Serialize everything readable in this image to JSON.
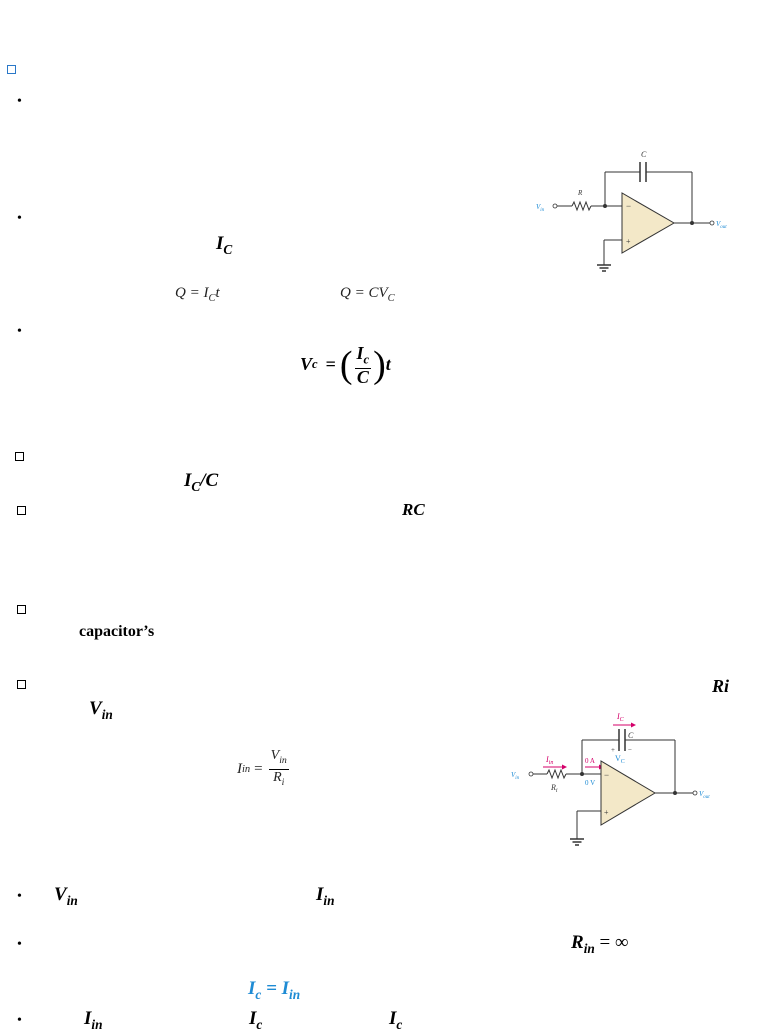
{
  "text": {
    "ic": "I",
    "ic_sub": "C",
    "eq_q1_q": "Q",
    "eq_q1_i": "I",
    "eq_q1_c": "C",
    "eq_q1_t": "t",
    "eq_q2": "Q = CV",
    "eq_q2_sub": "C",
    "vc_v": "V",
    "vc_sub": "c",
    "vc_ic": "I",
    "vc_ic_sub": "c",
    "vc_c": "C",
    "vc_t": "t",
    "ic_over_c": "I",
    "ic_over_c_sub": "C",
    "ic_over_c_tail": "/C",
    "rc": "RC",
    "capacitors": "capacitor’s",
    "ri": "Ri",
    "vin": "V",
    "vin_sub": "in",
    "iin_lhs": "I",
    "iin_lhs_sub": "in",
    "iin_num": "V",
    "iin_num_sub": "in",
    "iin_den": "R",
    "iin_den_sub": "i",
    "vin2": "V",
    "vin2_sub": "in",
    "iin2": "I",
    "iin2_sub": "in",
    "rin": "R",
    "rin_sub": "in",
    "rin_tail": " = ∞",
    "ic_eq": "I",
    "ic_eq_sub": "c",
    "ic_eq_mid": " = I",
    "ic_eq_sub2": "in",
    "last_iin": "I",
    "last_iin_sub": "in",
    "last_ic1": "I",
    "last_ic1_sub": "c",
    "last_ic2": "I",
    "last_ic2_sub": "c"
  },
  "fig1": {
    "c": "C",
    "r": "R",
    "vin": "V",
    "vin_sub": "in",
    "vout": "V",
    "vout_sub": "out",
    "minus": "−",
    "plus": "+"
  },
  "fig2": {
    "ic": "I",
    "ic_sub": "C",
    "c": "C",
    "vc": "V",
    "vc_sub": "C",
    "iin": "I",
    "iin_sub": "in",
    "zero_a": "0 A",
    "zero_v": "0 V",
    "ri": "R",
    "ri_sub": "i",
    "vin": "V",
    "vin_sub": "in",
    "vout": "V",
    "vout_sub": "out",
    "minus": "−",
    "plus": "+",
    "cap_plus": "+",
    "cap_minus": "−"
  },
  "colors": {
    "blue_accent": "#1e8bd4",
    "magenta": "#d4006a",
    "opamp_fill": "#f3e8c8"
  }
}
